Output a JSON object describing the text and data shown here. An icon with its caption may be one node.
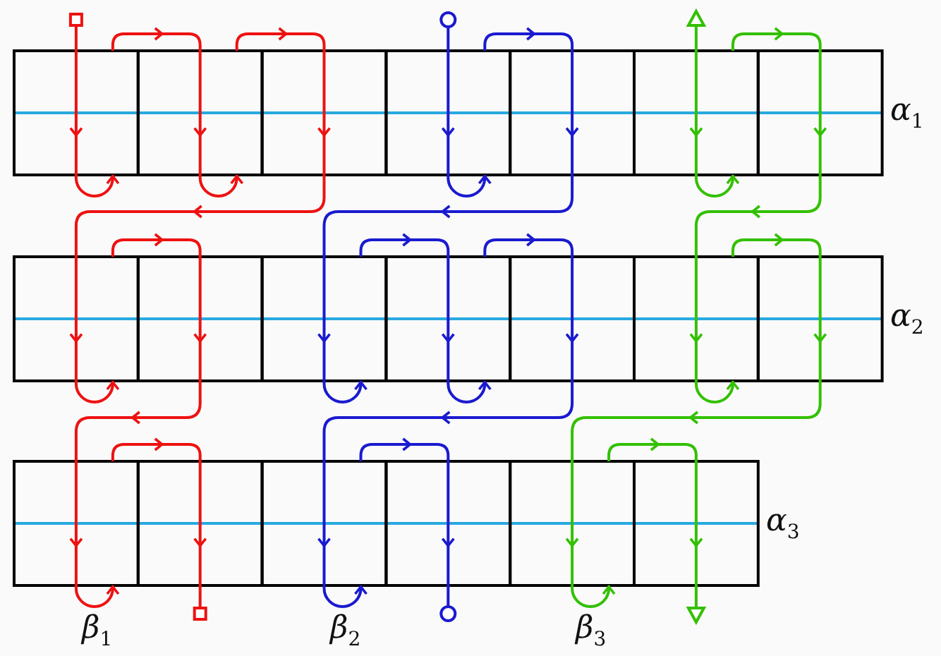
{
  "diagram": {
    "labels": [
      "α$_{1}$",
      "α$_{2}$",
      "α$_{3}$",
      "β$_{1}$",
      "β$_{2}$",
      "β$_{3}$"
    ]
  }
}
